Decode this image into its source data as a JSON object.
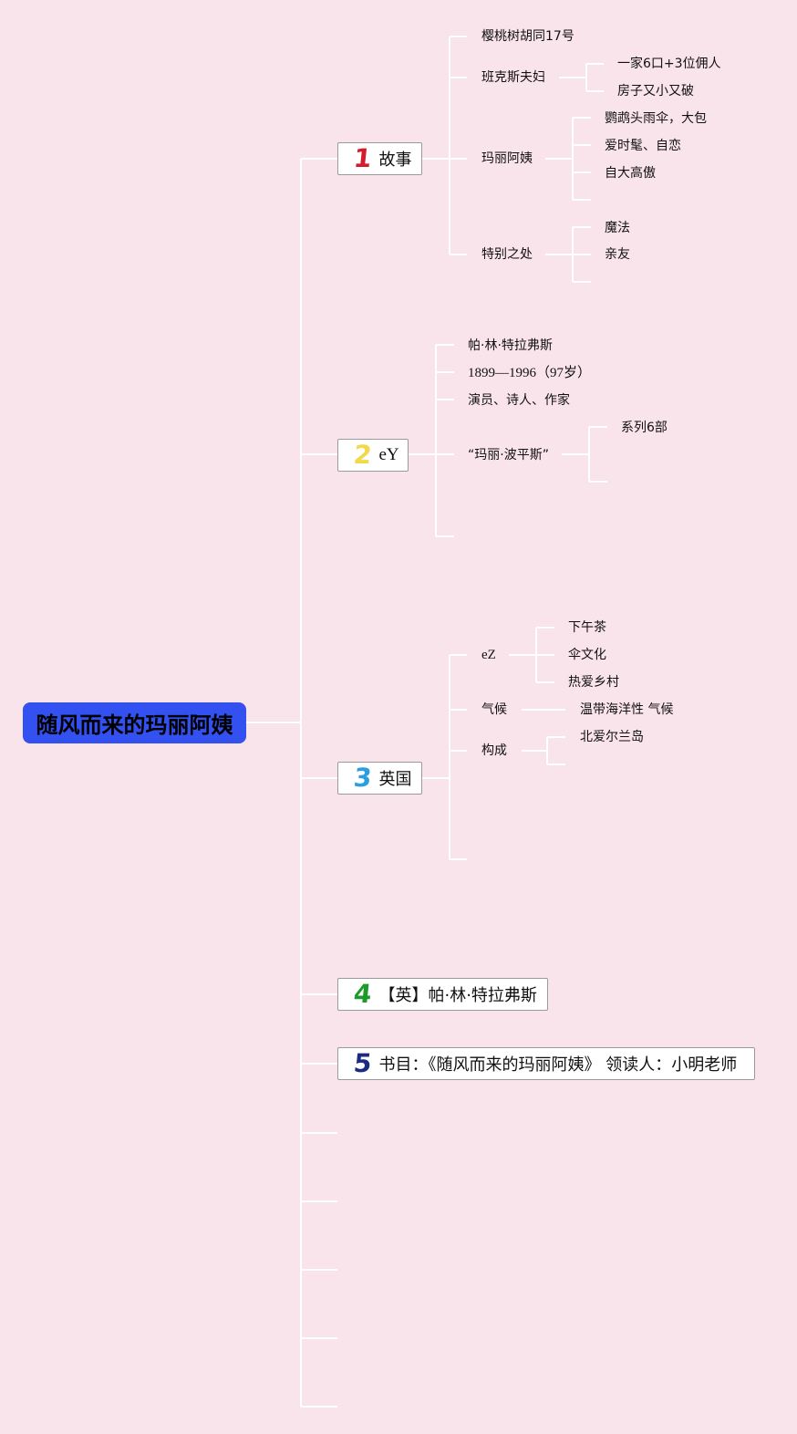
{
  "root": {
    "label": "随风而来的玛丽阿姨"
  },
  "branches": [
    {
      "number": "1",
      "label": "故事",
      "num_color": "#d41c2c",
      "children": [
        {
          "label": "樱桃树胡同17号"
        },
        {
          "label": "班克斯夫妇",
          "children": [
            "一家6口+3位佣人",
            "房子又小又破"
          ]
        },
        {
          "label": "玛丽阿姨",
          "children": [
            "鹦鹉头雨伞，大包",
            "爱时髦、自恋",
            "自大高傲"
          ]
        },
        {
          "label": "特别之处",
          "children": [
            "魔法",
            "亲友"
          ]
        }
      ]
    },
    {
      "number": "2",
      "label": "eY",
      "num_color": "#f2d94a",
      "children": [
        {
          "label": "帕·林·特拉弗斯"
        },
        {
          "label": "1899—1996（97岁）"
        },
        {
          "label": "演员、诗人、作家"
        },
        {
          "label": "“玛丽·波平斯”",
          "children": [
            "系列6部"
          ]
        }
      ]
    },
    {
      "number": "3",
      "label": "英国",
      "num_color": "#2a9ee0",
      "children": [
        {
          "label": "eZ",
          "children": [
            "下午茶",
            "伞文化",
            "热爱乡村"
          ]
        },
        {
          "label": "气候",
          "children": [
            "温带海洋性 气候"
          ]
        },
        {
          "label": "构成",
          "children": [
            "北爱尔兰岛"
          ]
        }
      ]
    },
    {
      "number": "4",
      "label": "【英】帕·林·特拉弗斯",
      "num_color": "#1e9a2a"
    },
    {
      "number": "5",
      "label": "书目：《随风而来的玛丽阿姨》 领读人：小明老师",
      "num_color": "#1c2a80"
    }
  ],
  "colors": {
    "background": "#fae4ec",
    "root_fill": "#3350f0",
    "connector": "#ffffff"
  }
}
